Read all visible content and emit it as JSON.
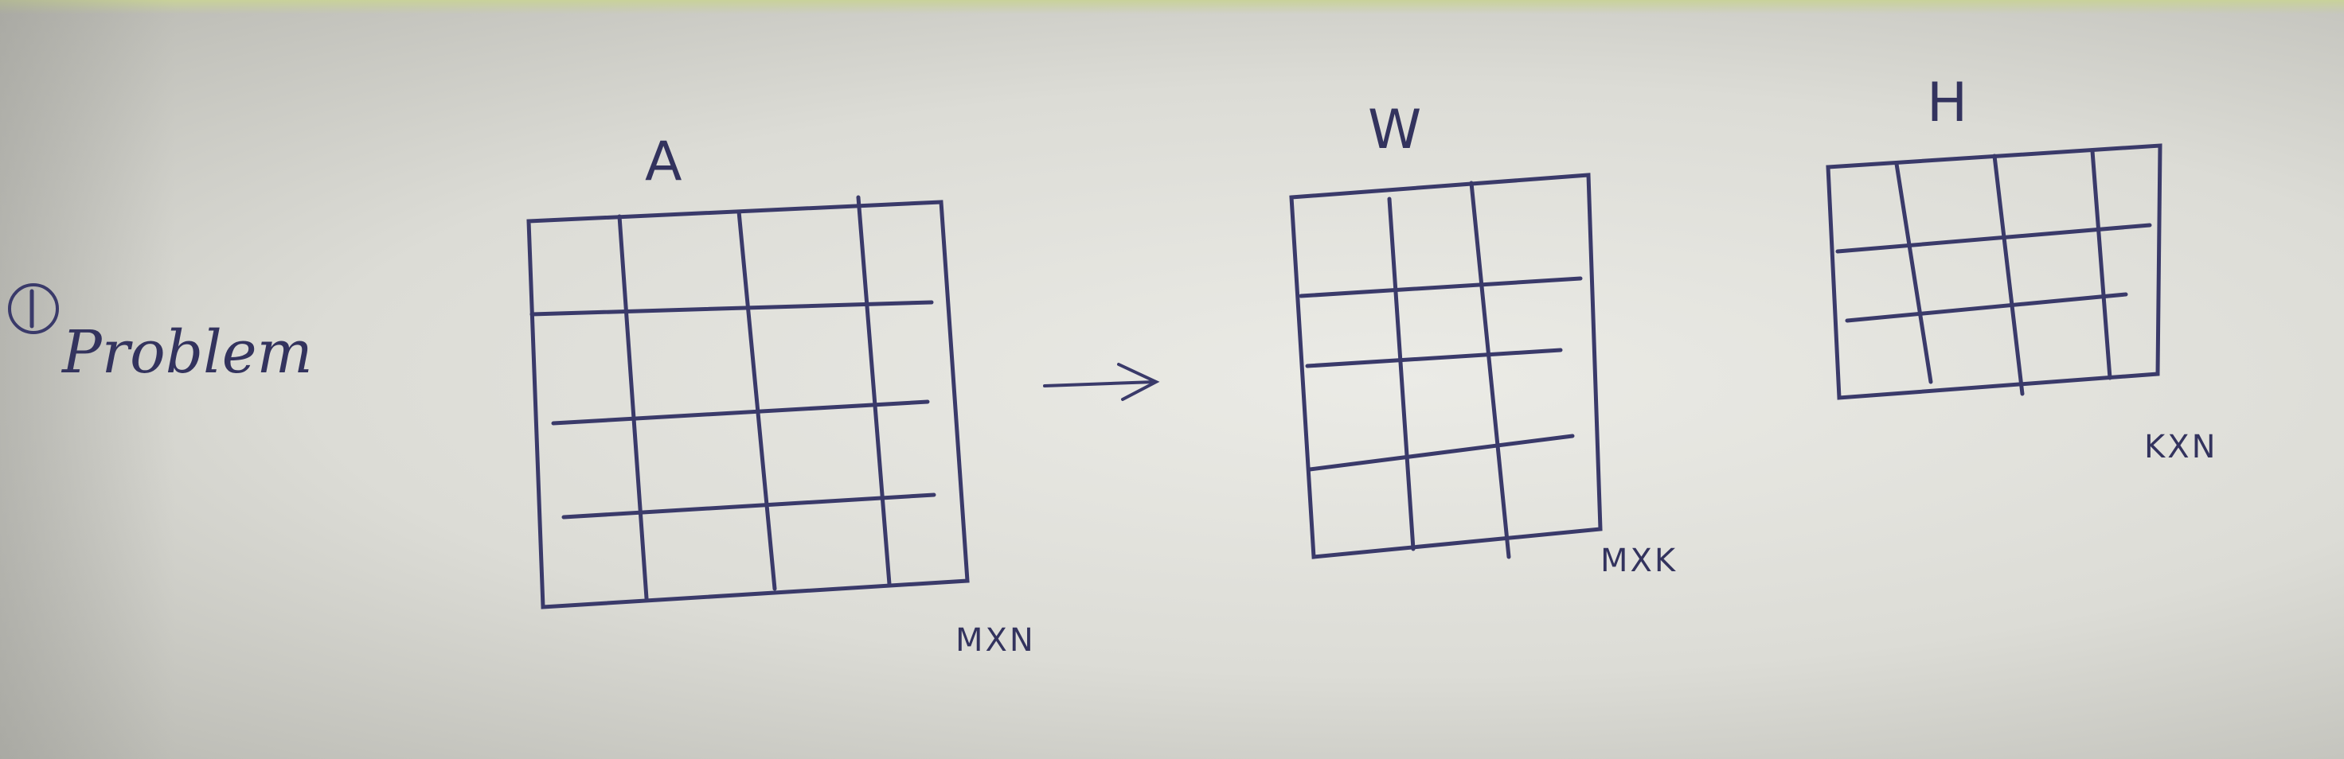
{
  "problem": {
    "number": "①",
    "text": "Problem"
  },
  "matrices": {
    "a": {
      "label": "A",
      "dims": "MXN"
    },
    "w": {
      "label": "W",
      "dims": "MXK"
    },
    "h": {
      "label": "H",
      "dims": "KXN"
    }
  },
  "arrow": "→"
}
